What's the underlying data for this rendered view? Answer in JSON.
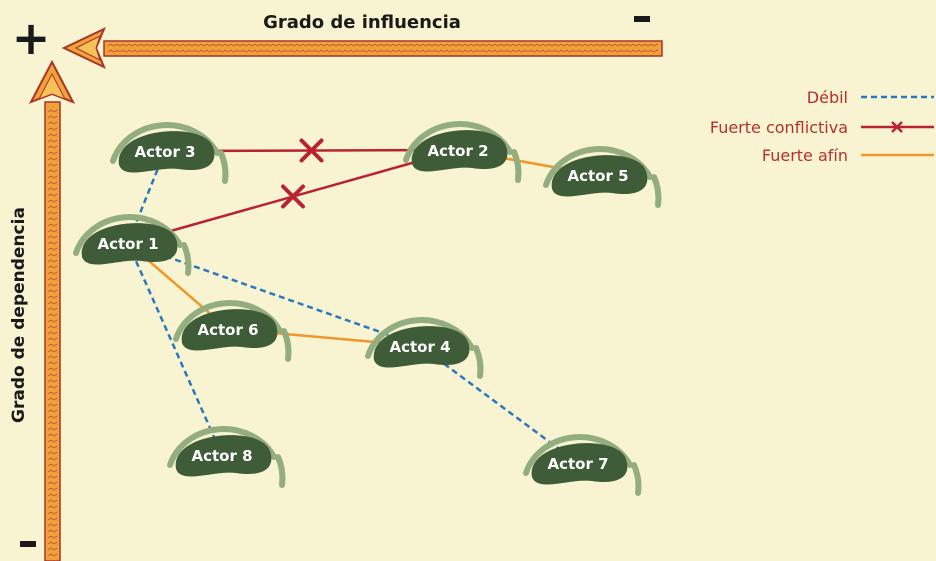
{
  "axes": {
    "horizontal_title": "Grado de influencia",
    "vertical_title": "Grado de dependencia",
    "plus_sign": "+",
    "minus_sign_top": "-",
    "minus_sign_bottom": "-"
  },
  "legend": [
    {
      "key": "debil",
      "label": "Débil",
      "style": "dashed",
      "color": "#2a78c0"
    },
    {
      "key": "conflictiva",
      "label": "Fuerte conflictiva",
      "style": "solid-x",
      "color": "#b8232f"
    },
    {
      "key": "afin",
      "label": "Fuerte afín",
      "style": "solid",
      "color": "#f0972a"
    }
  ],
  "actors": [
    {
      "id": "a1",
      "label": "Actor 1"
    },
    {
      "id": "a2",
      "label": "Actor 2"
    },
    {
      "id": "a3",
      "label": "Actor 3"
    },
    {
      "id": "a4",
      "label": "Actor 4"
    },
    {
      "id": "a5",
      "label": "Actor 5"
    },
    {
      "id": "a6",
      "label": "Actor 6"
    },
    {
      "id": "a7",
      "label": "Actor 7"
    },
    {
      "id": "a8",
      "label": "Actor 8"
    }
  ],
  "relations": [
    {
      "from": "a3",
      "to": "a2",
      "type": "conflictiva"
    },
    {
      "from": "a1",
      "to": "a2",
      "type": "conflictiva"
    },
    {
      "from": "a2",
      "to": "a5",
      "type": "afin"
    },
    {
      "from": "a1",
      "to": "a6",
      "type": "afin"
    },
    {
      "from": "a6",
      "to": "a4",
      "type": "afin"
    },
    {
      "from": "a3",
      "to": "a1",
      "type": "debil"
    },
    {
      "from": "a1",
      "to": "a4",
      "type": "debil"
    },
    {
      "from": "a1",
      "to": "a8",
      "type": "debil"
    },
    {
      "from": "a4",
      "to": "a7",
      "type": "debil"
    }
  ],
  "colors": {
    "background": "#f8f4d2",
    "node_fill": "#3e5c38",
    "node_arc": "#93ad7f",
    "arrow_fill": "#f0a23a",
    "arrow_border": "#a8342a",
    "weak": "#2a78c0",
    "conflict": "#b8232f",
    "afin": "#f0972a"
  }
}
